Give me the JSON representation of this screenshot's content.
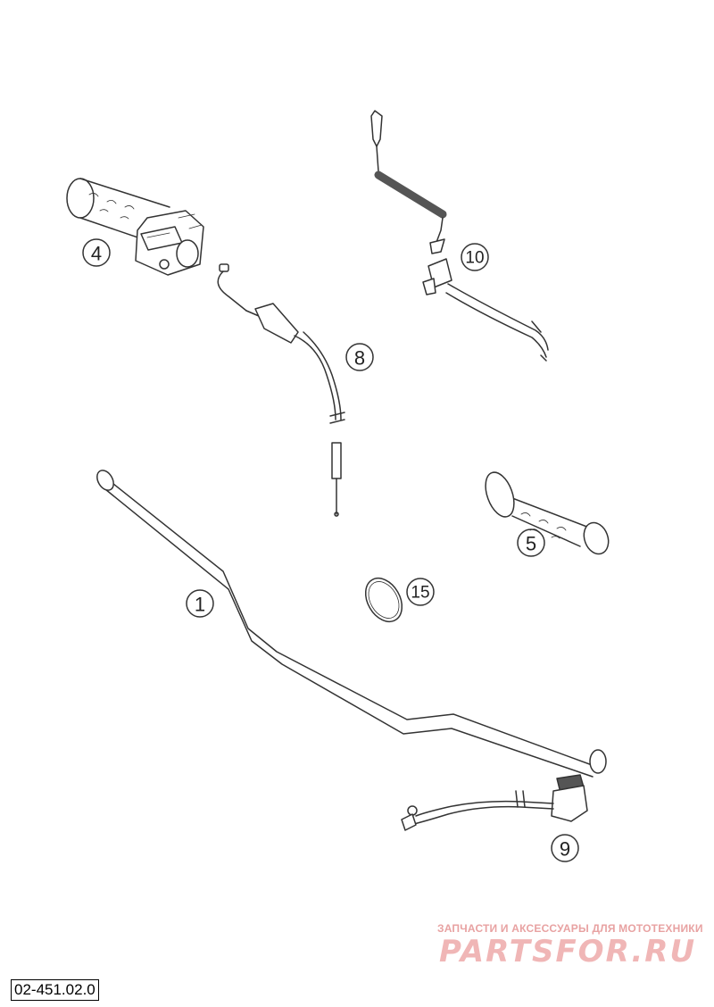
{
  "callouts": {
    "c1": "1",
    "c4": "4",
    "c5": "5",
    "c8": "8",
    "c9": "9",
    "c10": "10",
    "c15": "15"
  },
  "watermark": {
    "tagline": "ЗАПЧАСТИ И АКСЕССУАРЫ ДЛЯ МОТОТЕХНИКИ",
    "logo": "PARTSFOR.RU",
    "color": "#e8a2a2"
  },
  "diagram_code": "02-451.02.0"
}
